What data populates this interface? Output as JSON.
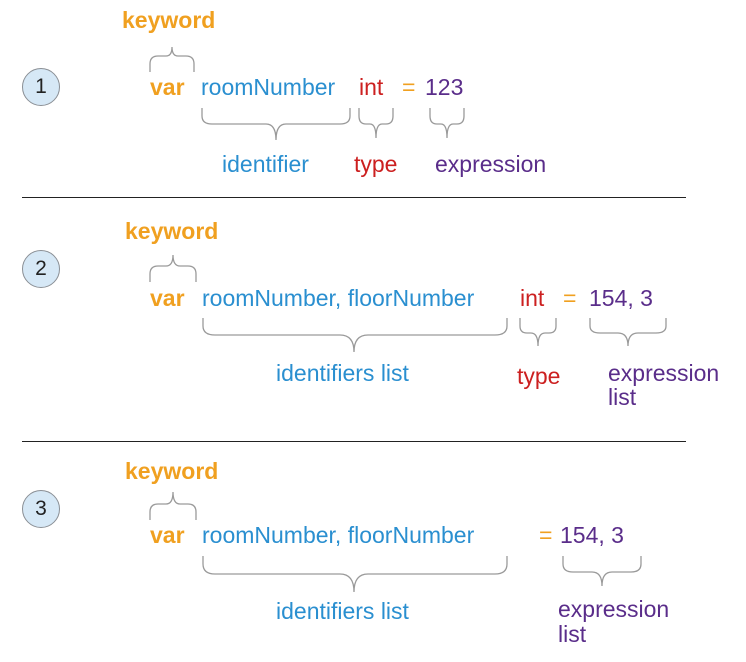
{
  "colors": {
    "keyword": "#f0a020",
    "identifier": "#2a8fd0",
    "type": "#cc2020",
    "expression": "#5a2d8a",
    "operator": "#f0a020",
    "bracket": "#9a9a9a",
    "badge_fill": "#d6e8f6"
  },
  "sections": [
    {
      "number": "1",
      "keyword_label": "keyword",
      "code": {
        "var": "var",
        "identifiers": "roomNumber",
        "type": "int",
        "eq": "=",
        "values": "123"
      },
      "labels": {
        "identifiers": "identifier",
        "type": "type",
        "expression": "expression"
      }
    },
    {
      "number": "2",
      "keyword_label": "keyword",
      "code": {
        "var": "var",
        "identifiers": "roomNumber, floorNumber",
        "type": "int",
        "eq": "=",
        "values": "154, 3"
      },
      "labels": {
        "identifiers": "identifiers list",
        "type": "type",
        "expression_line1": "expression",
        "expression_line2": "list"
      }
    },
    {
      "number": "3",
      "keyword_label": "keyword",
      "code": {
        "var": "var",
        "identifiers": "roomNumber, floorNumber",
        "eq": "=",
        "values": "154, 3"
      },
      "labels": {
        "identifiers": "identifiers list",
        "expression_line1": "expression",
        "expression_line2": "list"
      }
    }
  ]
}
